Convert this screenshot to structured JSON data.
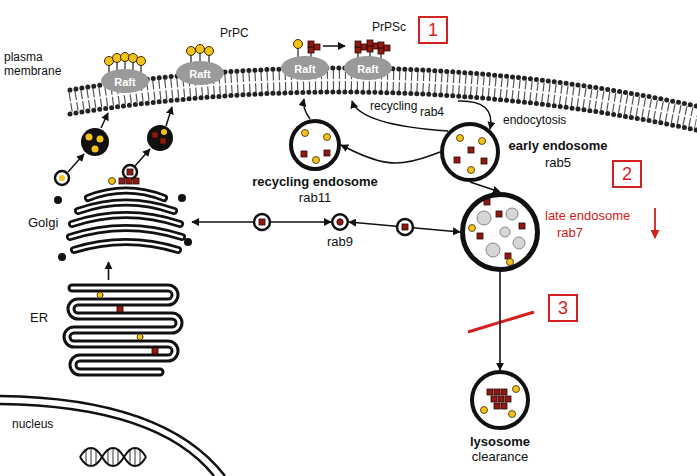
{
  "diagram": {
    "nodes": [
      {
        "text": [
          "Raft"
        ]
      },
      {
        "text": [
          "Raft"
        ]
      },
      {
        "text": [
          "Raft"
        ]
      },
      {
        "text": [
          "Raft"
        ]
      },
      {
        "text": [
          "1"
        ]
      },
      {
        "text": [
          "early endosome",
          "rab5"
        ]
      },
      {
        "text": [
          "recycling endosome",
          "rab11"
        ]
      },
      {
        "text": [
          "2"
        ]
      },
      {
        "text": [
          "Golgi"
        ]
      },
      {
        "text": [
          "rab9"
        ]
      },
      {
        "text": [
          "late endosome",
          "rab7"
        ]
      },
      {
        "text": [
          "ER"
        ]
      },
      {
        "text": [
          "3"
        ]
      },
      {
        "text": [
          "lysosome",
          "clearance"
        ]
      }
    ],
    "edges": [
      {
        "from": 5,
        "to": 6,
        "arrow": "to"
      },
      {
        "from": 5,
        "to": 10,
        "arrow": "to"
      },
      {
        "from": 11,
        "to": 8,
        "arrow": "to"
      },
      {
        "from": 8,
        "to": 9,
        "arrow": "both"
      },
      {
        "from": 9,
        "to": 10,
        "arrow": "both"
      },
      {
        "from": 10,
        "to": 13,
        "arrow": "to"
      }
    ],
    "labels": [
      "PrPC",
      "PrPSc",
      "plasma membrane",
      "recycling",
      "rab4",
      "endocytosis",
      "nucleus"
    ]
  }
}
